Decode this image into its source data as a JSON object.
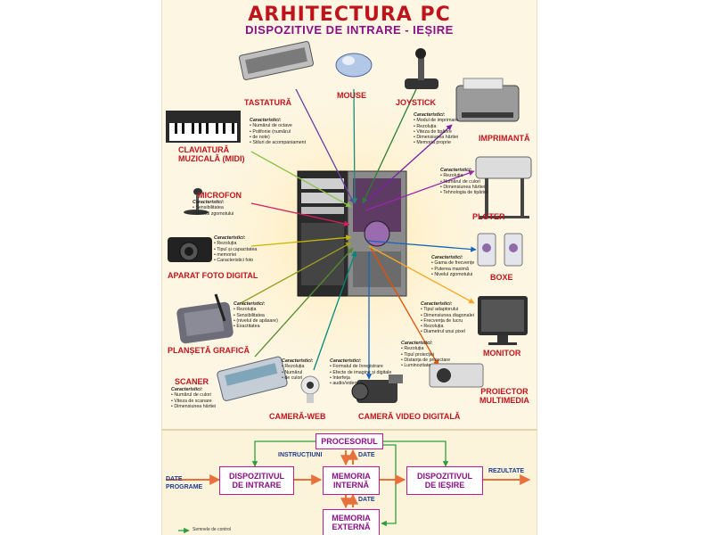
{
  "title": "ARHITECTURA PC",
  "subtitle": "DISPOZITIVE DE INTRARE - IEȘIRE",
  "devices": {
    "keyboard": {
      "label": "TASTATURĂ"
    },
    "mouse": {
      "label": "MOUSE"
    },
    "joystick": {
      "label": "JOYSTICK"
    },
    "printer": {
      "label": "IMPRIMANTĂ",
      "char_title": "Caracteristici:",
      "chars": [
        "Modul de imprimare",
        "Rezoluția",
        "Viteza de tipărire",
        "Dimensiunea hârtiei",
        "Memoria proprie"
      ]
    },
    "midi": {
      "label": "CLAVIATURĂ\nMUZICALĂ (MIDI)",
      "char_title": "Caracteristici:",
      "chars": [
        "Numărul de octave",
        "Polifonie (numărul",
        "de note)",
        "Stiluri de acompaniament"
      ]
    },
    "plotter": {
      "label": "PLOTER",
      "char_title": "Caracteristici:",
      "chars": [
        "Rezoluția",
        "Numărul de culori",
        "Dimensiunea hârtiei",
        "Tehnologia de tipărire"
      ]
    },
    "microphone": {
      "label": "MICROFON",
      "char_title": "Caracteristici:",
      "chars": [
        "Sensibilitatea",
        "Nivelul zgomotului"
      ]
    },
    "camera": {
      "label": "APARAT FOTO DIGITAL",
      "char_title": "Caracteristici:",
      "chars": [
        "Rezoluția",
        "Tipul și capacitatea",
        "memoriei",
        "Caracteristici foto"
      ]
    },
    "speakers": {
      "label": "BOXE",
      "char_title": "Caracteristici:",
      "chars": [
        "Gama de frecvențe",
        "Puterea maximă",
        "Nivelul zgomotului"
      ]
    },
    "tablet": {
      "label": "PLANȘETĂ GRAFICĂ",
      "char_title": "Caracteristici:",
      "chars": [
        "Rezoluția",
        "Sensibilitatea",
        "(nivelul de apăsare)",
        "Exactitatea"
      ]
    },
    "monitor": {
      "label": "MONITOR",
      "char_title": "Caracteristici:",
      "chars": [
        "Tipul adaptorului",
        "Dimensiunea diagonalei",
        "Frecvența de lucru",
        "Rezoluția",
        "Diametrul unui pixel"
      ]
    },
    "scanner": {
      "label": "SCANER",
      "char_title": "Caracteristici:",
      "chars": [
        "Numărul de culori",
        "Viteza de scanare",
        "Dimensiunea hârtiei"
      ]
    },
    "webcam": {
      "label": "CAMERĂ-WEB",
      "char_title": "Caracteristici:",
      "chars": [
        "Rezoluția",
        "Numărul",
        "de culori"
      ]
    },
    "videocam": {
      "label": "CAMERĂ VIDEO DIGITALĂ",
      "char_title": "Caracteristici:",
      "chars": [
        "Formatul de înregistrare",
        "Efecte de imagine și digitale",
        "Interfeța",
        "audio/video"
      ]
    },
    "projector": {
      "label": "PROIECTOR\nMULTIMEDIA",
      "char_title": "Caracteristici:",
      "chars": [
        "Rezoluția",
        "Tipul proiecției",
        "Distanța de proiectare",
        "Luminozitate"
      ]
    }
  },
  "flow": {
    "processor": "PROCESORUL",
    "input_devices": "DISPOZITIVUL\nDE INTRARE",
    "internal_memory": "MEMORIA\nINTERNĂ",
    "output_devices": "DISPOZITIVUL\nDE IEȘIRE",
    "external_memory": "MEMORIA\nEXTERNĂ",
    "instructions": "INSTRUCȚIUNI",
    "data_top": "DATE",
    "data_bottom": "DATE",
    "input_label": "DATE\nPROGRAME",
    "output_label": "REZULTATE",
    "legend": "Semnele de control"
  },
  "colors": {
    "title": "#c0141c",
    "subtitle": "#8b0f86",
    "box_border": "#c21a8c",
    "flow_text": "#1f3b8f",
    "control_arrow": "#2e9e3c",
    "data_arrow": "#e8703a"
  }
}
